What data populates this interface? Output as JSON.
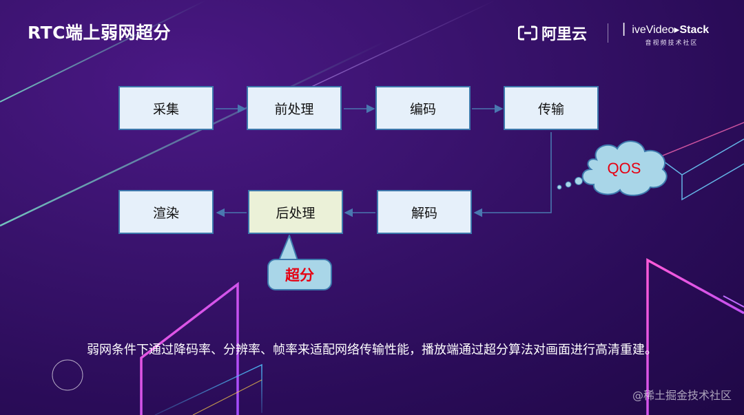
{
  "header": {
    "title": "RTC端上弱网超分"
  },
  "logos": {
    "aliyun_name": "阿里云",
    "lvs_brand_prefix": "ive",
    "lvs_brand_video": "Video",
    "lvs_brand_stack": "Stack",
    "lvs_sub": "音视频技术社区"
  },
  "flow": {
    "nodes": {
      "capture": "采集",
      "preprocess": "前处理",
      "encode": "编码",
      "transmit": "传输",
      "decode": "解码",
      "postprocess": "后处理",
      "render": "渲染"
    },
    "qos_label": "QOS",
    "sr_callout": "超分"
  },
  "caption": "弱网条件下通过降码率、分辨率、帧率来适配网络传输性能，播放端通过超分算法对画面进行高清重建。",
  "watermark": "@稀土掘金技术社区",
  "colors": {
    "box_fill": "#e6f0fa",
    "post_fill": "#ebf1d8",
    "box_border": "#3d79ad",
    "arrow": "#4a78b0",
    "highlight_text": "#e60012",
    "callout_fill": "#a9d6e8"
  }
}
